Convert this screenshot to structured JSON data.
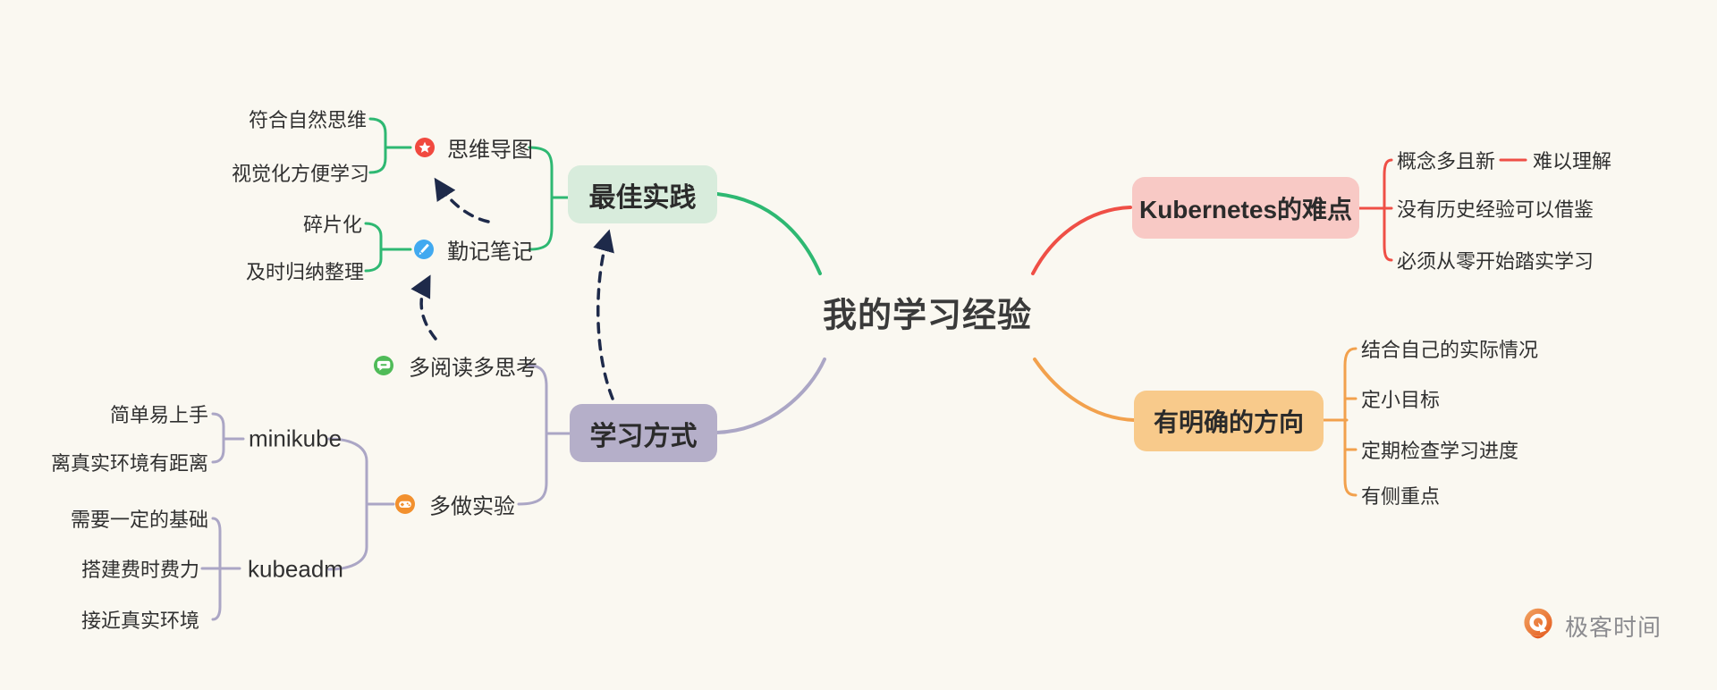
{
  "central": {
    "label": "我的学习经验"
  },
  "branches": {
    "best_practice": {
      "label": "最佳实践",
      "children": {
        "mindmap": {
          "label": "思维导图",
          "icon": "star-icon",
          "children": [
            "符合自然思维",
            "视觉化方便学习"
          ]
        },
        "notes": {
          "label": "勤记笔记",
          "icon": "pencil-icon",
          "children": [
            "碎片化",
            "及时归纳整理"
          ]
        }
      }
    },
    "learning_method": {
      "label": "学习方式",
      "children": {
        "read_think": {
          "label": "多阅读多思考",
          "icon": "chat-icon"
        },
        "experiment": {
          "label": "多做实验",
          "icon": "gamepad-icon",
          "children": {
            "minikube": {
              "label": "minikube",
              "children": [
                "简单易上手",
                "离真实环境有距离"
              ]
            },
            "kubeadm": {
              "label": "kubeadm",
              "children": [
                "需要一定的基础",
                "搭建费时费力",
                "接近真实环境"
              ]
            }
          }
        }
      }
    },
    "k8s_difficulty": {
      "label": "Kubernetes的难点",
      "children": [
        "概念多且新",
        "没有历史经验可以借鉴",
        "必须从零开始踏实学习"
      ],
      "linked_note": "难以理解"
    },
    "direction": {
      "label": "有明确的方向",
      "children": [
        "结合自己的实际情况",
        "定小目标",
        "定期检查学习进度",
        "有侧重点"
      ]
    }
  },
  "logo": {
    "text": "极客时间"
  },
  "colors": {
    "background": "#faf8f1",
    "central_text": "#3a3a3a",
    "text_dark": "#303030",
    "box_text": "#2b2b2b",
    "green": "#2eb872",
    "green_box": "#d8ecdc",
    "purple": "#aba6c5",
    "purple_box": "#b5afc9",
    "red": "#ef4f46",
    "red_box": "#f8c9c5",
    "orange": "#f2a14d",
    "orange_box": "#f8ca8b",
    "arrow_navy": "#1e2a4a",
    "icon_red": "#f1493f",
    "icon_blue": "#41a9f0",
    "icon_green": "#4fbb58",
    "icon_orange": "#f2902e",
    "logo_orange_light": "#f2a462",
    "logo_orange_dark": "#e45a1e",
    "logo_text": "#8c8c90"
  }
}
